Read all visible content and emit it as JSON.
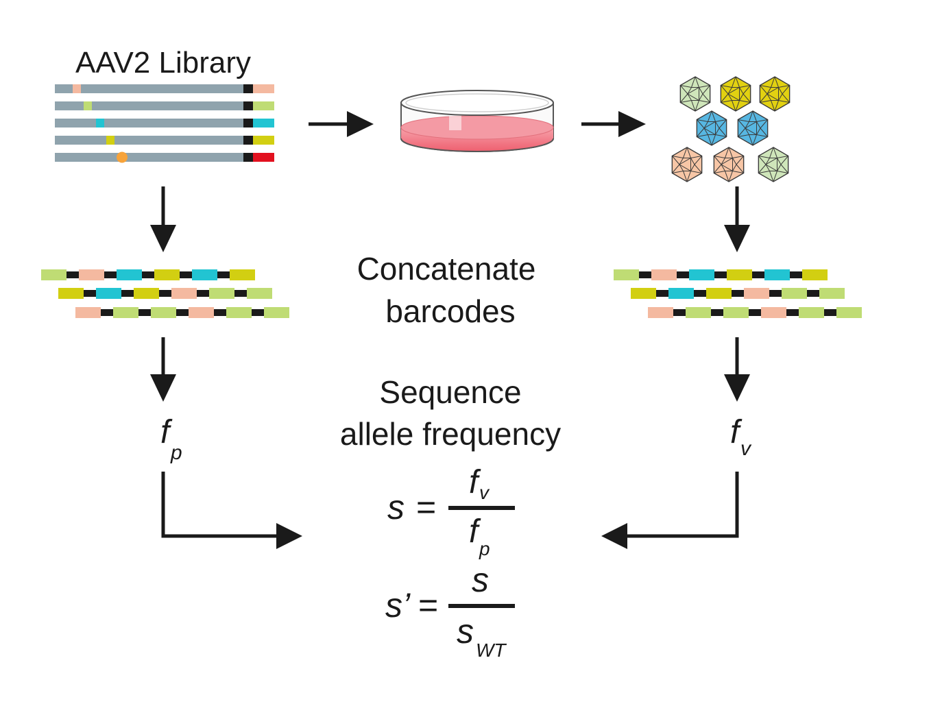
{
  "library": {
    "title": "AAV2 Library",
    "variant_colors": [
      "#f4b9a0",
      "#bfdc74",
      "#22c4d2",
      "#d2cf12",
      "#e2111f"
    ],
    "mutation_color": "#f7a33a"
  },
  "capsids": {
    "colors": [
      "#cfe6ba",
      "#e2d111",
      "#e2d111",
      "#57b7e2",
      "#57b7e2",
      "#f7c6a6",
      "#f7c6a6",
      "#cfe6ba"
    ]
  },
  "steps": {
    "concatenate_line1": "Concatenate",
    "concatenate_line2": "barcodes",
    "sequence_line1": "Sequence",
    "sequence_line2": "allele frequency"
  },
  "freq_left": {
    "base": "f",
    "sub": "p"
  },
  "freq_right": {
    "base": "f",
    "sub": "v"
  },
  "equation1": {
    "lhs": "s",
    "eq": "=",
    "num_base": "f",
    "num_sub": "v",
    "den_base": "f",
    "den_sub": "p"
  },
  "equation2": {
    "lhs": "s’",
    "eq": "=",
    "num_base": "s",
    "den_base": "s",
    "den_sub": "WT"
  },
  "colors": {
    "arrow": "#1a1a1a",
    "backbone": "#8fa3ad",
    "linker": "#1a1a1a",
    "dish_rim": "#555555",
    "dish_media": "#f0727f"
  }
}
